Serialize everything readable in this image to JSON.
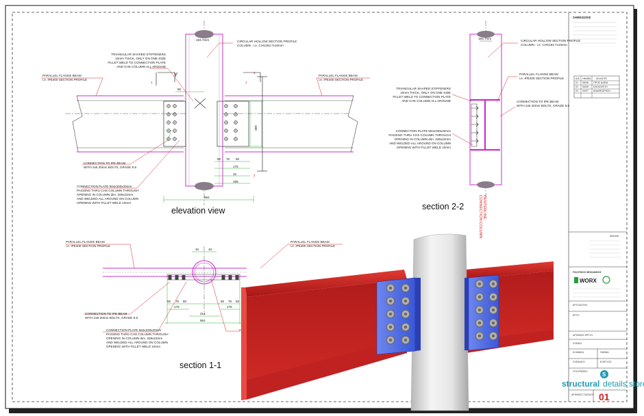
{
  "drawing": {
    "views": {
      "elevation_title": "elevation view",
      "section22_title": "section 2-2",
      "section11_title": "section 1-1"
    },
    "elevation": {
      "col_dim": "193.7mm",
      "note_chs": [
        "CIRCULAR HOLLOW SECTION PROFILE",
        "COLUMN - i.e. CHS193.7x10mm"
      ],
      "note_stiff": [
        "TRIANGULAR SHAPED STIFFENERS",
        "10mm THICK, ONLY ON ONE SIDE",
        "FILLET WELD TO CONNECTION PLATE",
        "AND CHS COLUMN ALL AROUND"
      ],
      "note_beam_left": [
        "PARALLEL FLANGE BEAM",
        "i.e. IPE400 SECTION PROFILE"
      ],
      "note_beam_right": [
        "PARALLEL FLANGE BEAM",
        "i.e. IPE400 SECTION PROFILE"
      ],
      "note_conn": [
        "CONNECTION TO IPE BEAM",
        "WITH 2x5 20mm BOLTS, GRADE 8.8"
      ],
      "note_plate": [
        "CONNECTION PLATE 564x330x20mm",
        "PASSING THRU CHS COLUMN THROUGH",
        "OPENING IN COLUMN dim. 335x22mm",
        "AND WELDED ALL AROUND ON COLUMN",
        "OPENING WITH FILLET WELD 10mm"
      ],
      "dim_55": "55",
      "dim_330": "330",
      "dim_row": [
        "50",
        "75",
        "50"
      ],
      "dim_175": "175",
      "dim_10": "10",
      "dim_195": "195",
      "dim_564": "564",
      "cut_1": "1",
      "cut_2": "2",
      "axis_y": "Y"
    },
    "section22": {
      "note_chs": [
        "CIRCULAR HOLLOW SECTION PROFILE",
        "COLUMN - i.e. CHS193.7x10mm"
      ],
      "note_beam": [
        "PARALLEL FLANGE BEAM",
        "i.e. IPE400 SECTION PROFILE"
      ],
      "note_stiff": [
        "TRIANGULAR SHAPED STIFFENERS",
        "10mm THICK, ONLY ON ONE SIDE",
        "FILLET WELD TO CONNECTION PLATE",
        "AND CHS COLUMN ALL AROUND"
      ],
      "note_conn": [
        "CONNECTION TO IPE BEAM",
        "WITH 2x5 20mm BOLTS, GRADE 8.8"
      ],
      "note_plate": [
        "CONNECTION PLATE 564x330x20mm",
        "PASSING THRU CHS COLUMN THROUGH",
        "OPENING IN COLUMN dim. 335x22mm",
        "AND WELDED ALL AROUND ON COLUMN",
        "OPENING WITH FILLET WELD 10mm"
      ],
      "centerline": [
        "CONNECTION COLUMN",
        "CENTERLINE"
      ]
    },
    "section11": {
      "note_beam_left": [
        "PARALLEL FLANGE BEAM",
        "i.e. IPE400 SECTION PROFILE"
      ],
      "note_beam_right": [
        "PARALLEL FLANGE BEAM",
        "i.e. IPE400 SECTION PROFILE"
      ],
      "note_conn": [
        "CONNECTION TO IPE BEAM",
        "WITH 2x5 20mm BOLTS, GRADE 8.8"
      ],
      "note_plate": [
        "CONNECTION PLATE 564x330x20mm",
        "PASSING THRU CHS COLUMN THROUGH",
        "OPENING IN COLUMN dim. 335x22mm",
        "AND WELDED ALL AROUND ON COLUMN",
        "OPENING WITH FILLET WELD 10mm"
      ],
      "note_circ": "CIRCUL",
      "dims_top": [
        "10",
        "10"
      ],
      "dims_bottom": [
        "50",
        "75",
        "50",
        "50",
        "75",
        "50"
      ],
      "dim_175a": "175",
      "dim_214": "214",
      "dim_175b": "175",
      "dim_564": "564"
    },
    "title_block": {
      "top_heading": "ΣΗΜΕΙΩΣΕΙΣ",
      "rev_headers": [
        "Α/Α",
        "ΗΜ/ΝΙΑ",
        "ΑΛΛΑΓΕΣ"
      ],
      "rev_rows": [
        [
          "01",
          "06/08",
          "ΠΡΟΣ ΑΔΕΙΑ"
        ],
        [
          "02",
          "06/08",
          "ΚΑΤΑΣΚΕΥΗ"
        ],
        [
          "03",
          "09/07",
          "ΑΝΑΘΕΩΡΗΣΗ"
        ]
      ],
      "company": "Ακαπάλι",
      "labels": {
        "engineer": "ΠΟΛΙΤΙΚΟΣ ΜΗΧΑΝΙΚΟΣ",
        "project": "ΕΡΓΟΔΟΤΗΣ",
        "work": "ΕΡΓΟ",
        "number": "ΑΡΙΘΜΟΣ ΕΡΓΟΥ",
        "drawing": "ΣΧΕΔΙΟ",
        "scale": "ΚΛΙΜΑΚΑ",
        "date": "ΗΜ/ΝΙΑ",
        "drawn": "ΣΧΕΔΙΑΣΗ",
        "checked": "ΕΛΕΓΧΟΣ",
        "approved": "ΥΠΟΓΡΑΦΕΣ"
      },
      "logo_mid": "WORX",
      "brand_prefix": "structural",
      "brand_suffix": "details store",
      "brand_icon_letter": "S",
      "sheet_label": "ΑΡΙΘΜΟΣ ΣΧΕΔΙΟΥ",
      "sheet_number": "01"
    },
    "colors": {
      "beam_red": "#cc1f1f",
      "plate_blue": "#3b57d6",
      "column_grey": "#dddddd",
      "dim_green": "#2db52d",
      "drawing_magenta": "#c832c8",
      "leader_red": "#d22222"
    }
  }
}
